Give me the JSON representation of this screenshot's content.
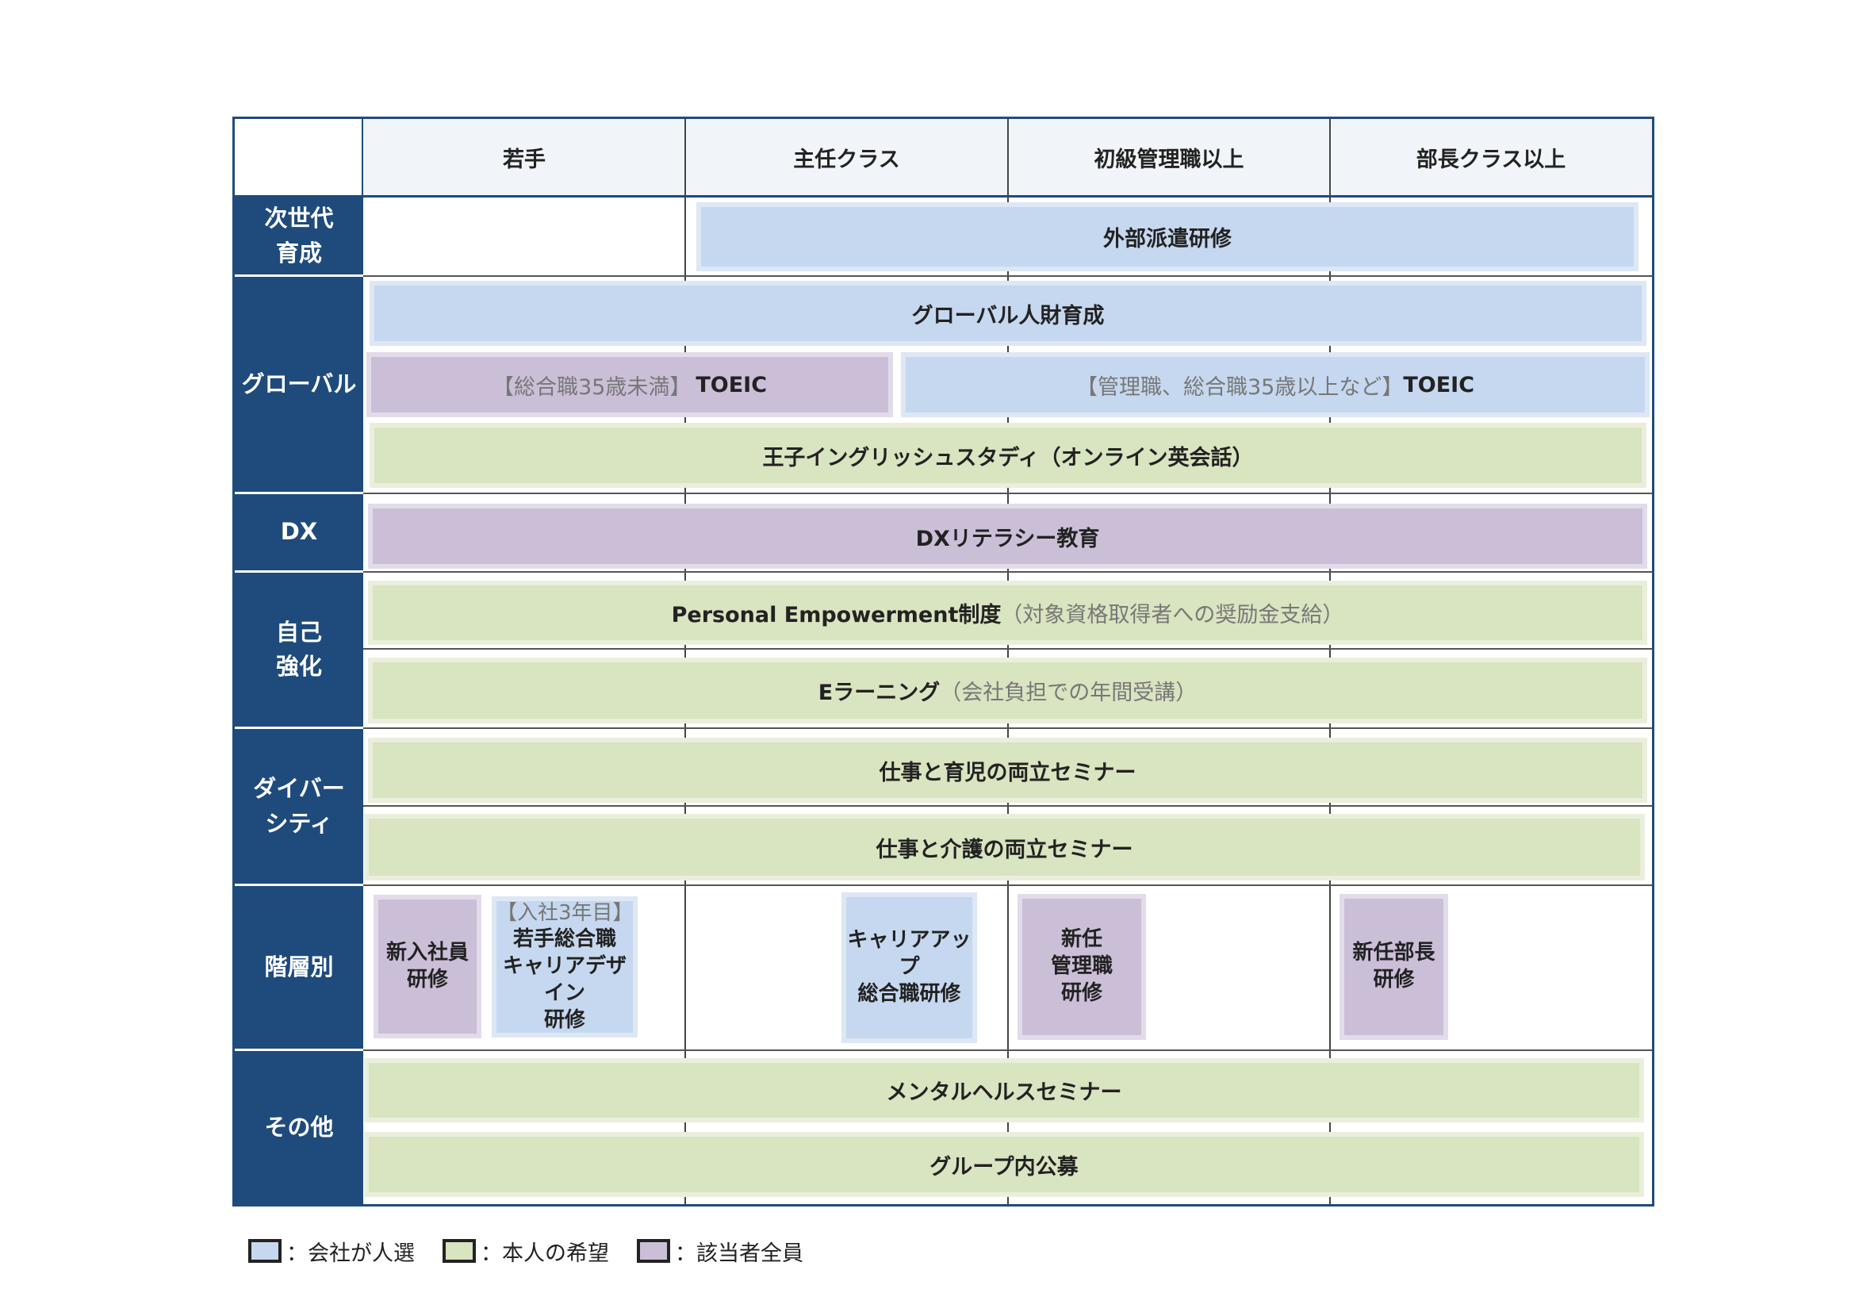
{
  "columns": [
    "若手",
    "主任クラス",
    "初級管理職以上",
    "部長クラス以上"
  ],
  "rows": {
    "jisedai": "次世代\n育成",
    "global": "グローバル",
    "dx": "DX",
    "jiko": "自己\n強化",
    "diversity": "ダイバー\nシティ",
    "kaisobetsu": "階層別",
    "sonota": "その他"
  },
  "programs": {
    "gaibu_haken": "外部派遣研修",
    "global_jinzai": "グローバル人財育成",
    "toeic_young_note": "【総合職35歳未満】",
    "toeic_young_main": "TOEIC",
    "toeic_mgr_note": "【管理職、総合職35歳以上など】",
    "toeic_mgr_main": "TOEIC",
    "oji_english": "王子イングリッシュスタディ（オンライン英会話）",
    "dx_literacy": "DXリテラシー教育",
    "personal_main": "Personal Empowerment制度",
    "personal_note": "（対象資格取得者への奨励金支給）",
    "elearning_main": "Eラーニング",
    "elearning_note": "（会社負担での年間受講）",
    "ikuji": "仕事と育児の両立セミナー",
    "kaigo": "仕事と介護の両立セミナー",
    "shinnyu": "新入社員\n研修",
    "wakate_note": "【入社3年目】",
    "wakate_main": "若手総合職\nキャリアデザイン\n研修",
    "career_up": "キャリアアップ\n総合職研修",
    "shinnin_kanri": "新任\n管理職\n研修",
    "shinnin_bucho": "新任部長\n研修",
    "mental": "メンタルヘルスセミナー",
    "group_koubo": "グループ内公募"
  },
  "legend": [
    {
      "label": "：会社が人選",
      "color": "#c6d8ef"
    },
    {
      "label": "：本人の希望",
      "color": "#d9e4c0"
    },
    {
      "label": "：該当者全員",
      "color": "#cbbfd8"
    }
  ]
}
